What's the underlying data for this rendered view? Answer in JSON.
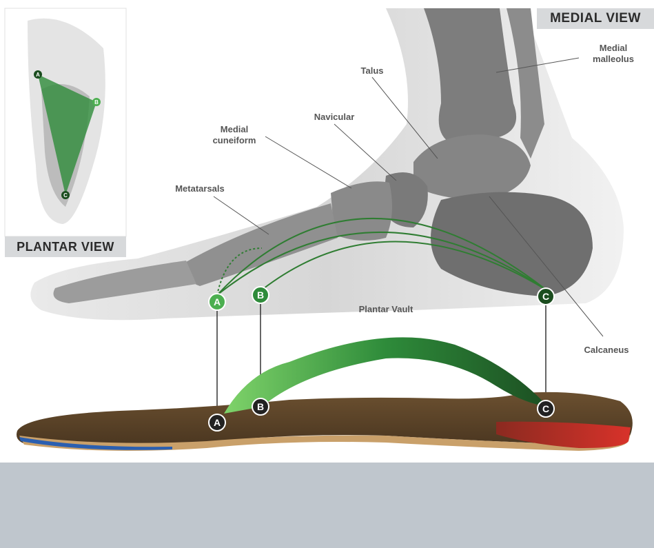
{
  "views": {
    "medial": "MEDIAL VIEW",
    "plantar": "PLANTAR VIEW"
  },
  "labels": {
    "medial_malleolus_1": "Medial",
    "medial_malleolus_2": "malleolus",
    "talus": "Talus",
    "navicular": "Navicular",
    "medial_cuneiform_1": "Medial",
    "medial_cuneiform_2": "cuneiform",
    "metatarsals": "Metatarsals",
    "plantar_vault": "Plantar Vault",
    "calcaneus": "Calcaneus"
  },
  "points": {
    "a": "A",
    "b": "B",
    "c": "C"
  },
  "colors": {
    "arch_green": "#2f7d32",
    "marker_light_green": "#4caf50",
    "marker_dark_green": "#1b4d1f",
    "insole_brown": "#5a4325",
    "heel_red": "#c62828",
    "edge_blue": "#2b5fb0",
    "band_gray": "#bfc6cd"
  }
}
